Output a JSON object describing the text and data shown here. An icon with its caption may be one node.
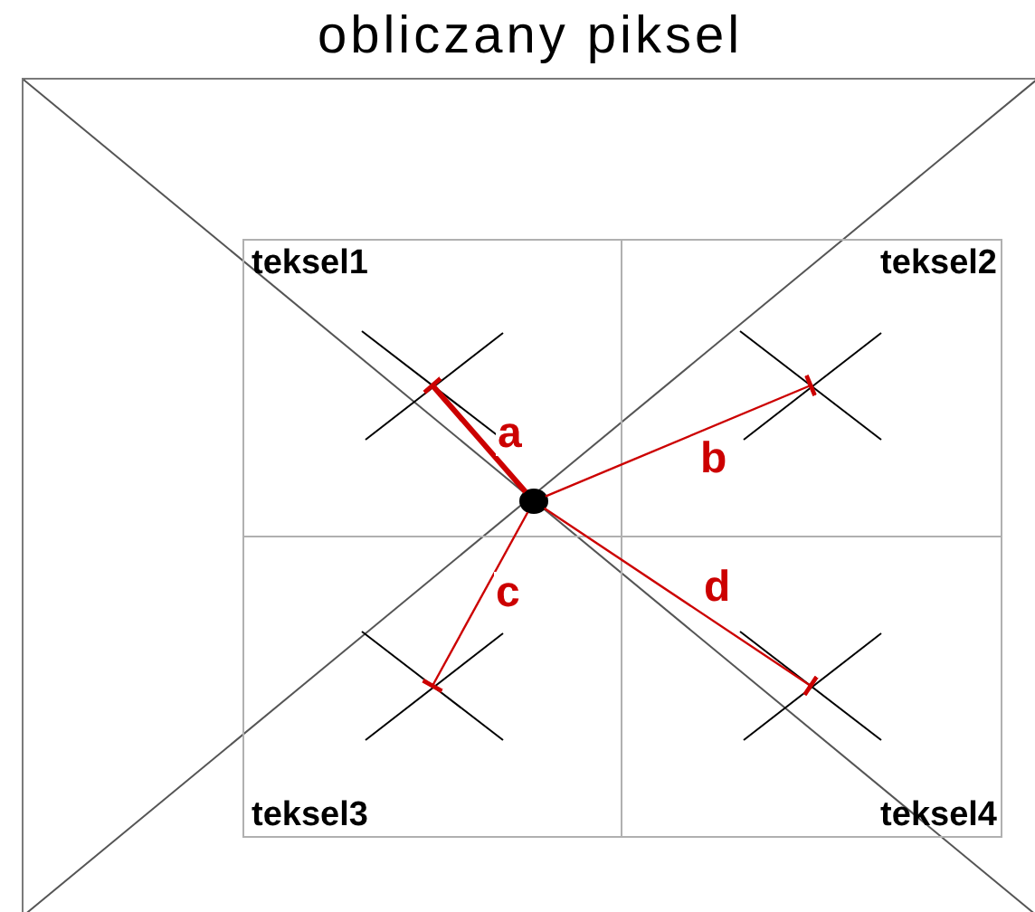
{
  "diagram": {
    "nodes": [
      {
        "text": [
          "obliczany piksel"
        ]
      },
      {
        "text": [
          "teksel1"
        ],
        "in": 0
      },
      {
        "text": [
          "teksel2"
        ],
        "in": 0
      },
      {
        "text": [
          "teksel3"
        ],
        "in": 0
      },
      {
        "text": [
          "teksel4"
        ],
        "in": 0
      },
      {
        "text": [],
        "shape": "circle",
        "in": 1
      },
      {
        "text": [],
        "shape": "cross",
        "in": 1
      },
      {
        "text": [],
        "shape": "cross",
        "in": 2
      },
      {
        "text": [],
        "shape": "cross",
        "in": 3
      },
      {
        "text": [],
        "shape": "cross",
        "in": 4
      }
    ],
    "edges": [
      {
        "from": 5,
        "to": 6,
        "arrow": "other",
        "label": "a",
        "style": "thick"
      },
      {
        "from": 5,
        "to": 7,
        "arrow": "other",
        "label": "b"
      },
      {
        "from": 5,
        "to": 8,
        "arrow": "other",
        "label": "c"
      },
      {
        "from": 5,
        "to": 9,
        "arrow": "other",
        "label": "d"
      }
    ]
  }
}
